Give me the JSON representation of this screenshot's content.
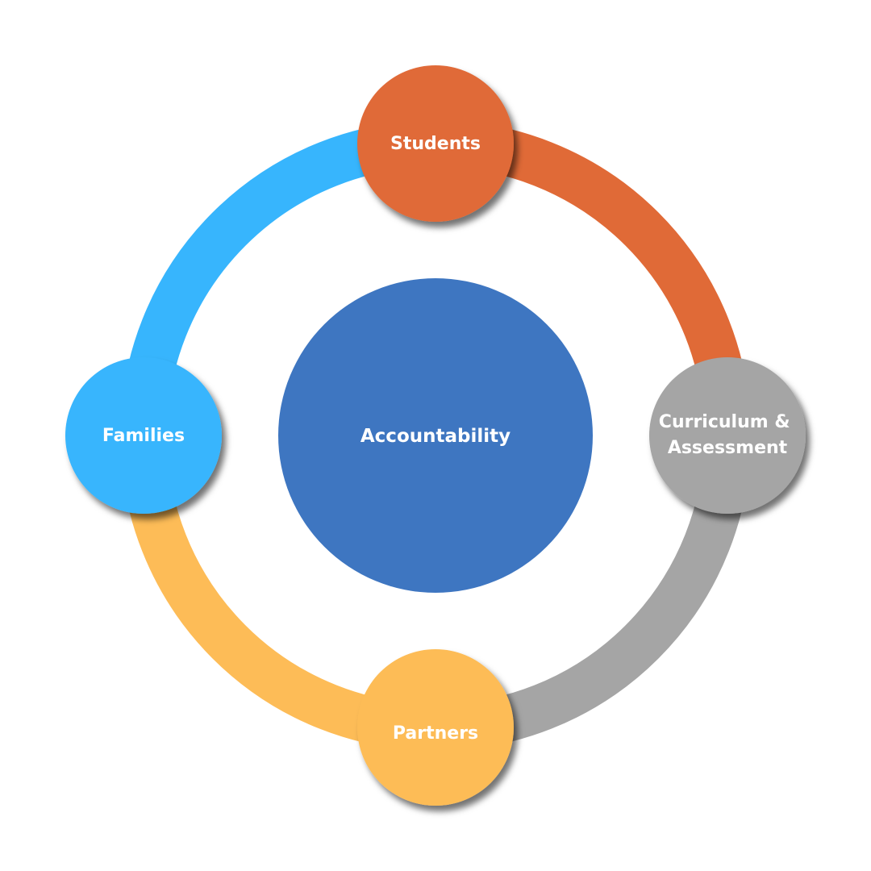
{
  "center": {
    "label": "Accountability",
    "color": "#3e76c1"
  },
  "nodes": [
    {
      "key": "students",
      "label": "Students",
      "color": "#e06a37"
    },
    {
      "key": "curriculum",
      "label_line1": "Curriculum &",
      "label_line2": "Assessment",
      "color": "#a5a5a5"
    },
    {
      "key": "partners",
      "label": "Partners",
      "color": "#fdbc57"
    },
    {
      "key": "families",
      "label": "Families",
      "color": "#37b5fd"
    }
  ],
  "ring_colors": {
    "top_right": "#e06a37",
    "bottom_right": "#a5a5a5",
    "bottom_left": "#fdbc57",
    "top_left": "#37b5fd"
  }
}
